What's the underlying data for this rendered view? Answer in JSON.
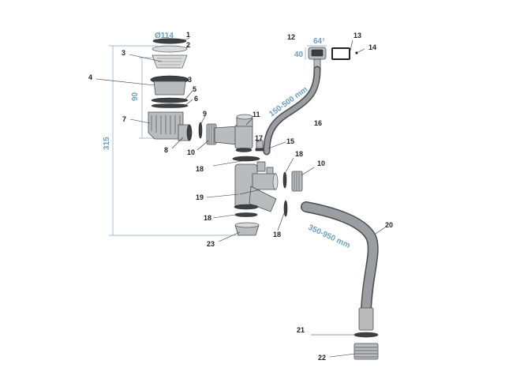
{
  "dimensions": {
    "d114": "Ø114",
    "h90": "90",
    "h315": "315",
    "w64": "64",
    "h40": "40",
    "hose_short": "150-500 mm",
    "hose_long": "350-950 mm"
  },
  "callouts": {
    "c1": "1",
    "c2": "2",
    "c3a": "3",
    "c3b": "3",
    "c4": "4",
    "c5": "5",
    "c6": "6",
    "c7": "7",
    "c8": "8",
    "c9": "9",
    "c10a": "10",
    "c10b": "10",
    "c11": "11",
    "c12": "12",
    "c13": "13",
    "c14": "14",
    "c15": "15",
    "c16": "16",
    "c17": "17",
    "c18a": "18",
    "c18b": "18",
    "c18c": "18",
    "c18d": "18",
    "c19": "19",
    "c20": "20",
    "c21": "21",
    "c22": "22",
    "c23": "23"
  },
  "colors": {
    "dimension": "#6a9fc0",
    "part": "#b9bcbf",
    "outline": "#4a4d50",
    "text": "#222222"
  }
}
